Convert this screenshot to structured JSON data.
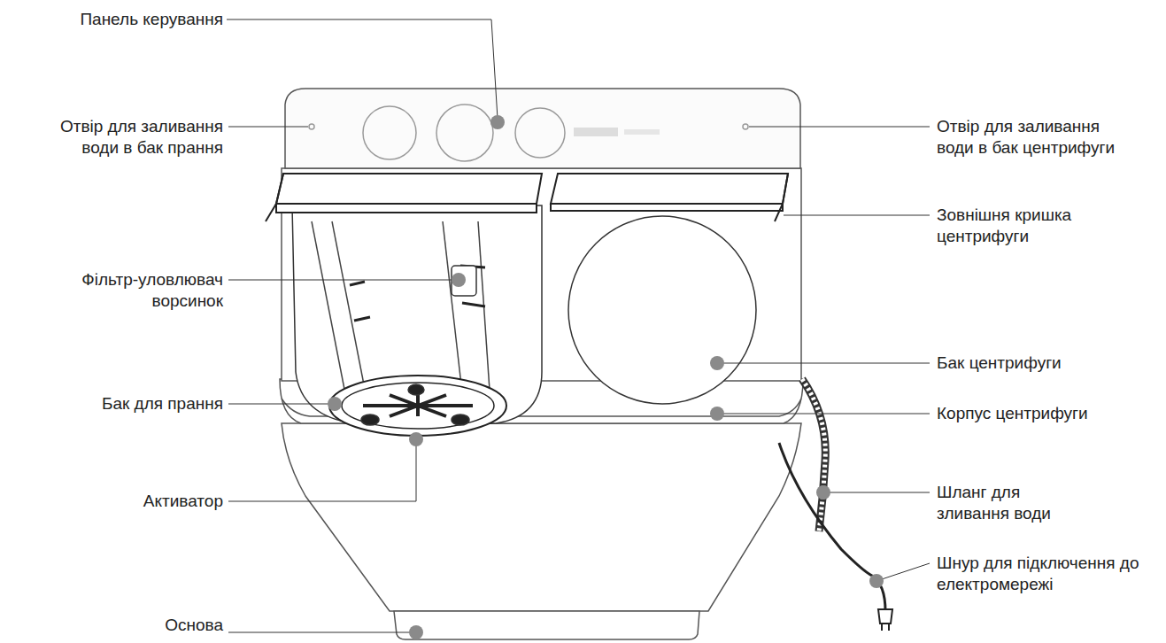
{
  "diagram": {
    "labels": [
      "Панель керування",
      "Отвір для заливання води в бак прання",
      "Фільтр-уловлювач ворсинок",
      "Бак для прання",
      "Активатор",
      "Основа",
      "Отвір для заливання води в бак центрифуги",
      "Зовнішня кришка центрифуги",
      "Бак центрифуги",
      "Корпус центрифуги",
      "Шланг для зливання води",
      "Шнур для підключення до електромережі"
    ]
  }
}
